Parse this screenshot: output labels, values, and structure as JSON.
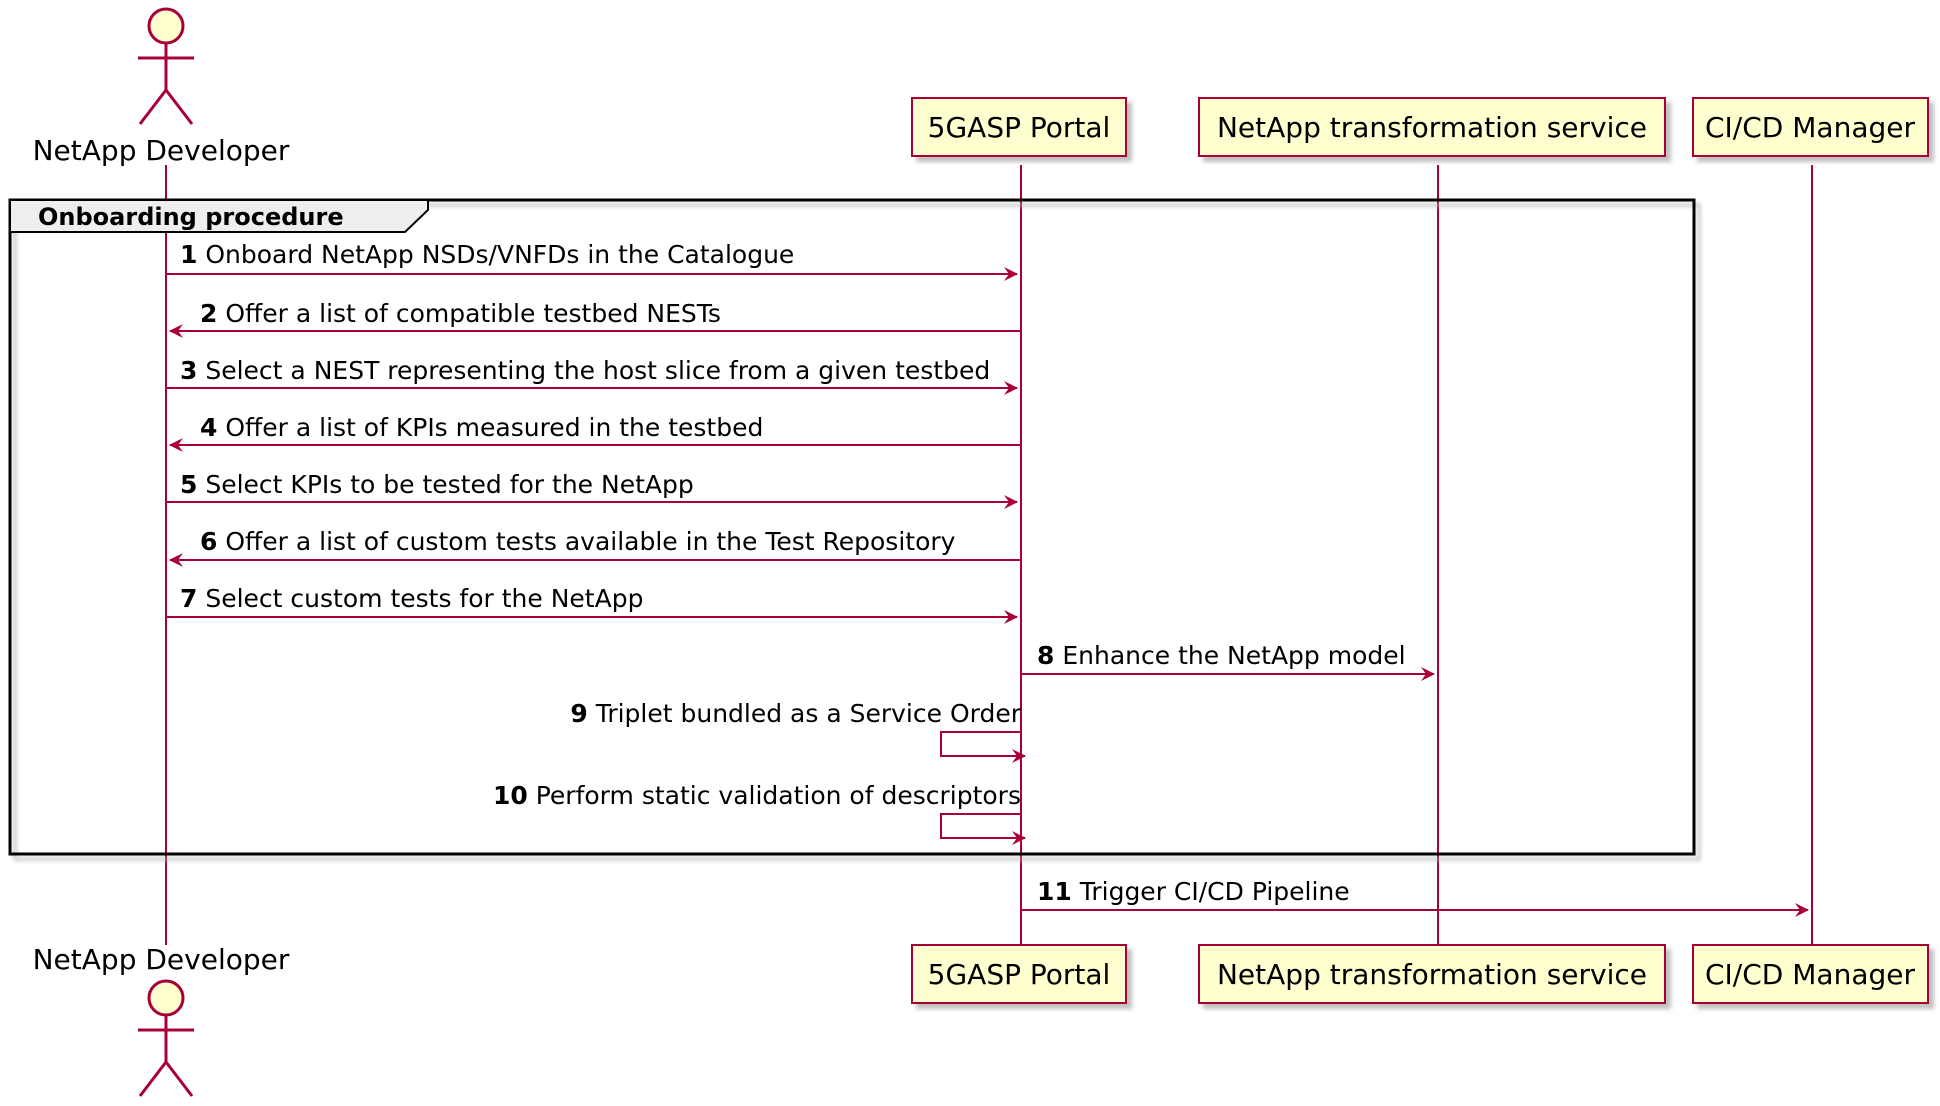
{
  "colors": {
    "line": "#a80036",
    "box_fill": "#fefece",
    "box_border": "#a80036",
    "shadow": "#c8c8c8",
    "group_border": "#000000",
    "text": "#000000"
  },
  "participants": {
    "developer": {
      "label": "NetApp Developer",
      "icon": "actor-stick-figure-icon"
    },
    "portal": {
      "label": "5GASP Portal"
    },
    "transform": {
      "label": "NetApp transformation service"
    },
    "cicd": {
      "label": "CI/CD Manager"
    }
  },
  "group": {
    "label": "Onboarding procedure"
  },
  "messages": [
    {
      "num": "1",
      "text": "Onboard NetApp NSDs/VNFDs in the Catalogue",
      "from": "developer",
      "to": "portal"
    },
    {
      "num": "2",
      "text": "Offer a list of compatible testbed NESTs",
      "from": "portal",
      "to": "developer"
    },
    {
      "num": "3",
      "text": "Select a NEST representing the host slice from a given testbed",
      "from": "developer",
      "to": "portal"
    },
    {
      "num": "4",
      "text": "Offer a list of KPIs measured in the testbed",
      "from": "portal",
      "to": "developer"
    },
    {
      "num": "5",
      "text": "Select KPIs to be tested for the NetApp",
      "from": "developer",
      "to": "portal"
    },
    {
      "num": "6",
      "text": "Offer a list of custom tests available in the Test Repository",
      "from": "portal",
      "to": "developer"
    },
    {
      "num": "7",
      "text": "Select custom tests for the NetApp",
      "from": "developer",
      "to": "portal"
    },
    {
      "num": "8",
      "text": "Enhance the NetApp model",
      "from": "portal",
      "to": "transform"
    },
    {
      "num": "9",
      "text": "Triplet bundled as a Service Order",
      "from": "portal",
      "to": "portal"
    },
    {
      "num": "10",
      "text": "Perform static validation of descriptors",
      "from": "portal",
      "to": "portal"
    },
    {
      "num": "11",
      "text": "Trigger CI/CD Pipeline",
      "from": "portal",
      "to": "cicd"
    }
  ]
}
